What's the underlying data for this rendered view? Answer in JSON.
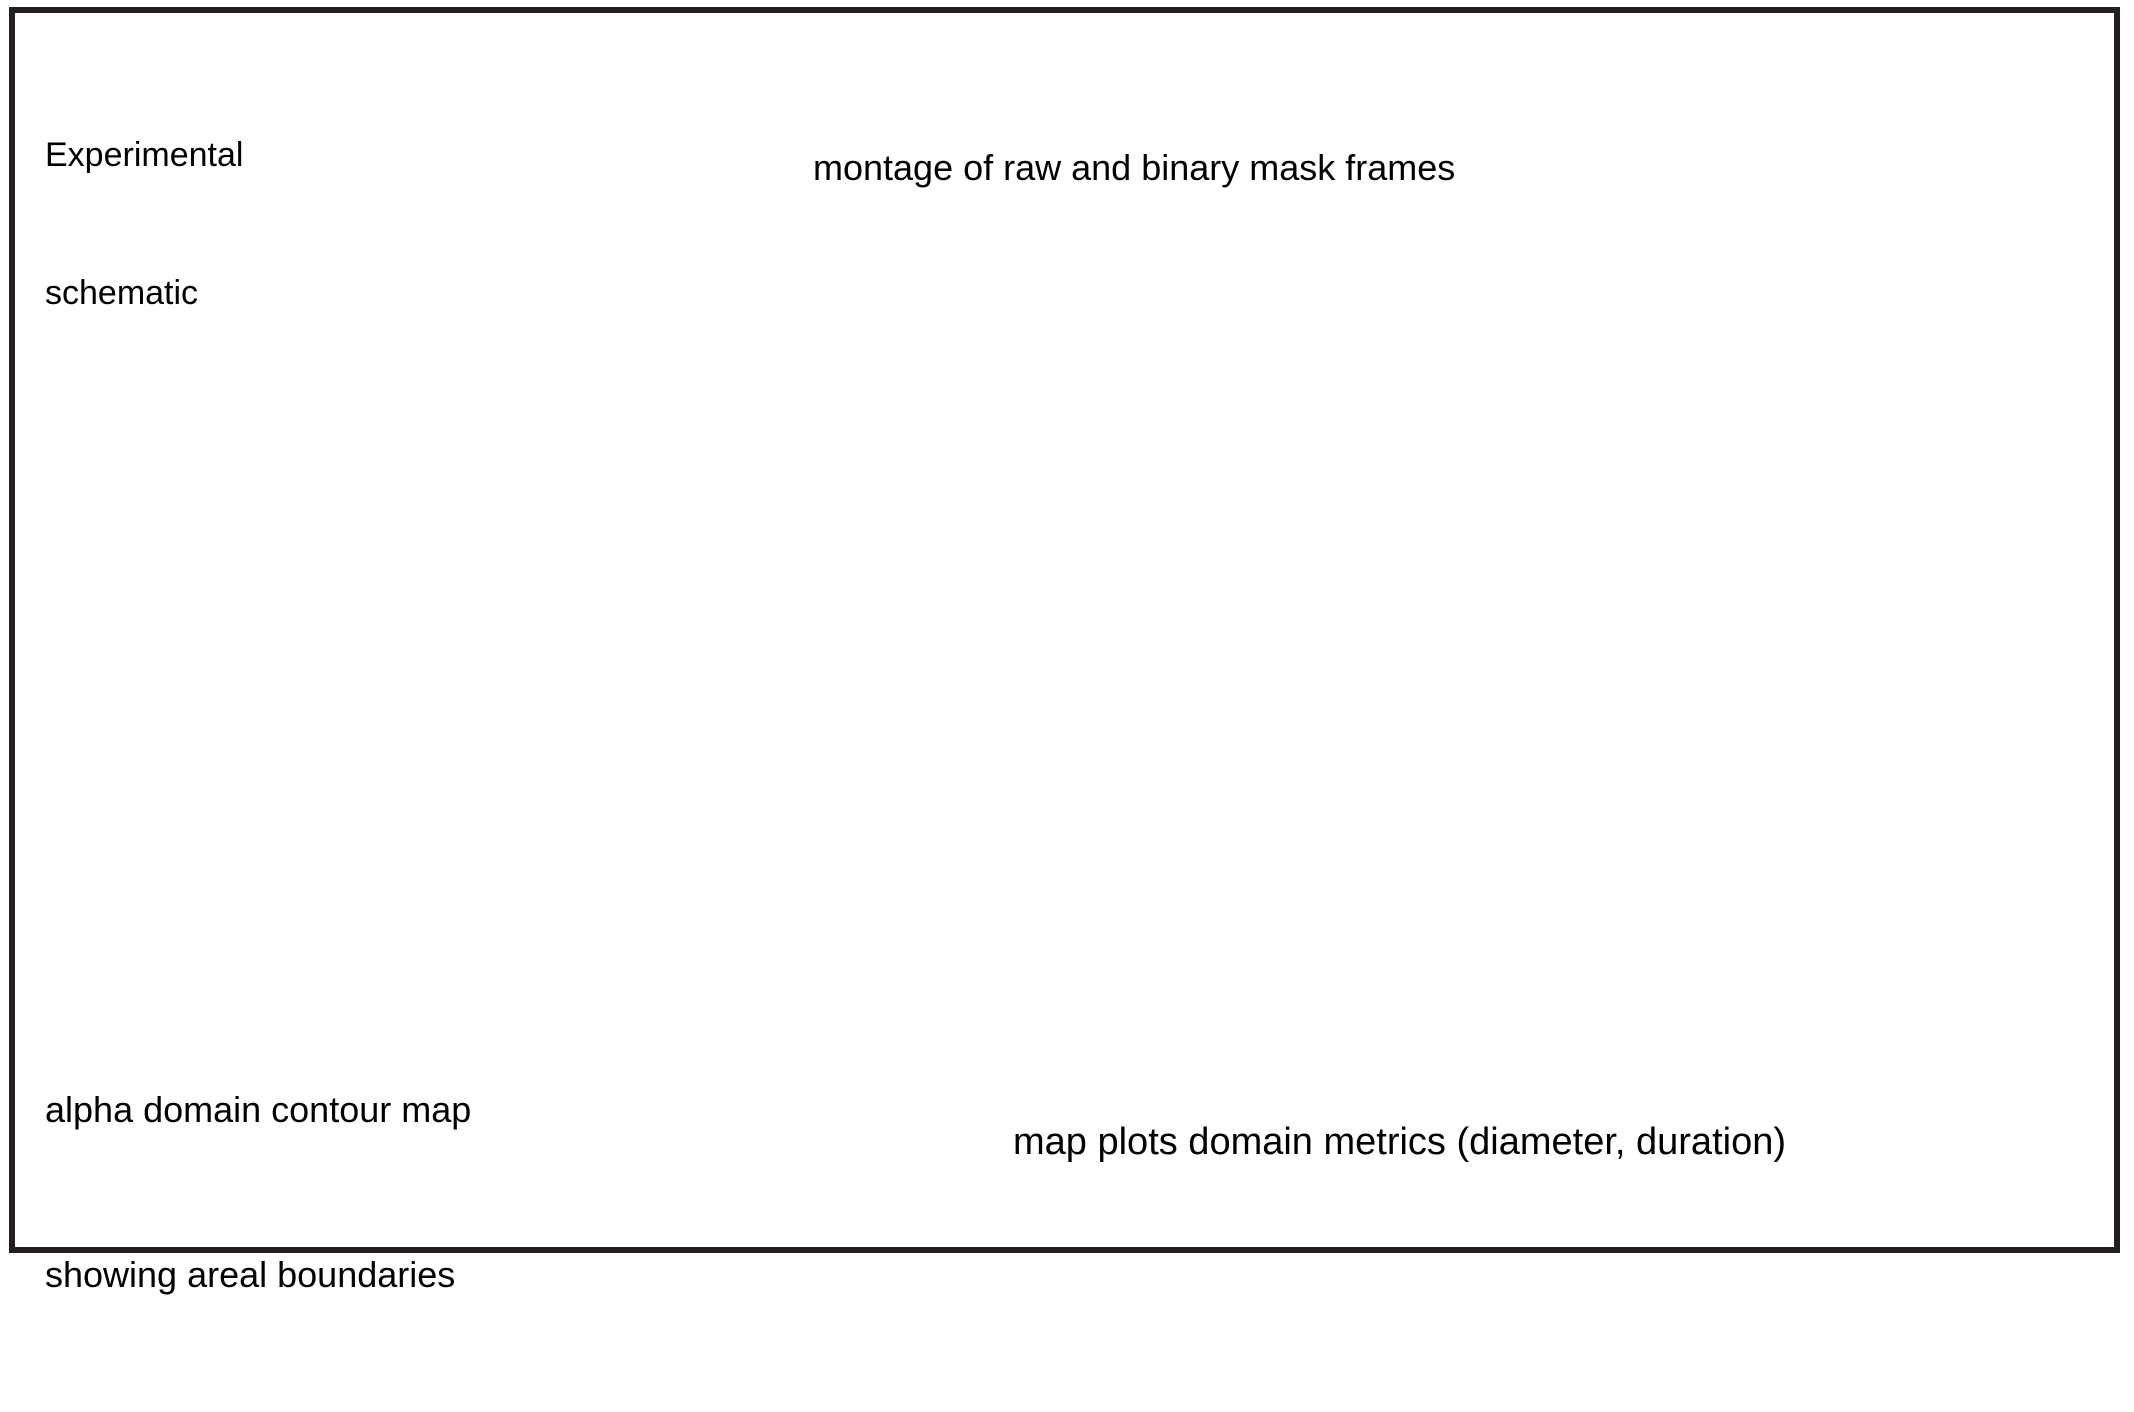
{
  "figure": {
    "background_color": "#ffffff",
    "border_color": "#231f20",
    "text_color": "#000000"
  },
  "captions": {
    "top_left": {
      "line1": "Experimental",
      "line2": "schematic"
    },
    "top_right": {
      "line1": "montage of raw and binary mask frames"
    },
    "bottom_left": {
      "line1": "alpha domain contour map",
      "line2": "showing areal boundaries"
    },
    "bottom_right": {
      "line1": "map plots domain metrics (diameter, duration)"
    }
  }
}
